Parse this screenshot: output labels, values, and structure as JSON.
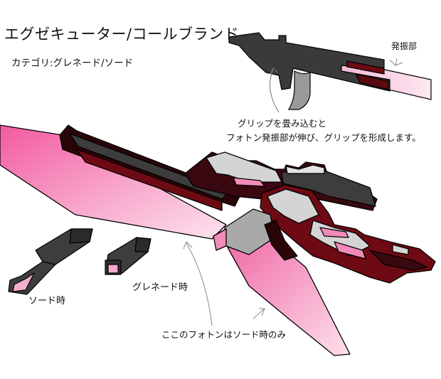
{
  "title": "エグゼキューター/コールブランド",
  "category": "カテゴリ:グレネード/ソード",
  "annotations": {
    "emitter": "発振部",
    "grip_line_1": "グリップを畳み込むと",
    "grip_line_2": "フォトン発振部が伸び、グリップを形成します。",
    "grenade_mode": "グレネード時",
    "sword_mode": "ソード時",
    "photon_note": "ここのフォトンはソード時のみ"
  },
  "colors": {
    "photon_pink": "#f47bb0",
    "photon_light": "#fbd6e7",
    "dark_red": "#6e0a14",
    "deep_red": "#2a0508",
    "gunmetal": "#3d3d3d",
    "light_gray": "#d4d4d4",
    "outline": "#000000"
  }
}
